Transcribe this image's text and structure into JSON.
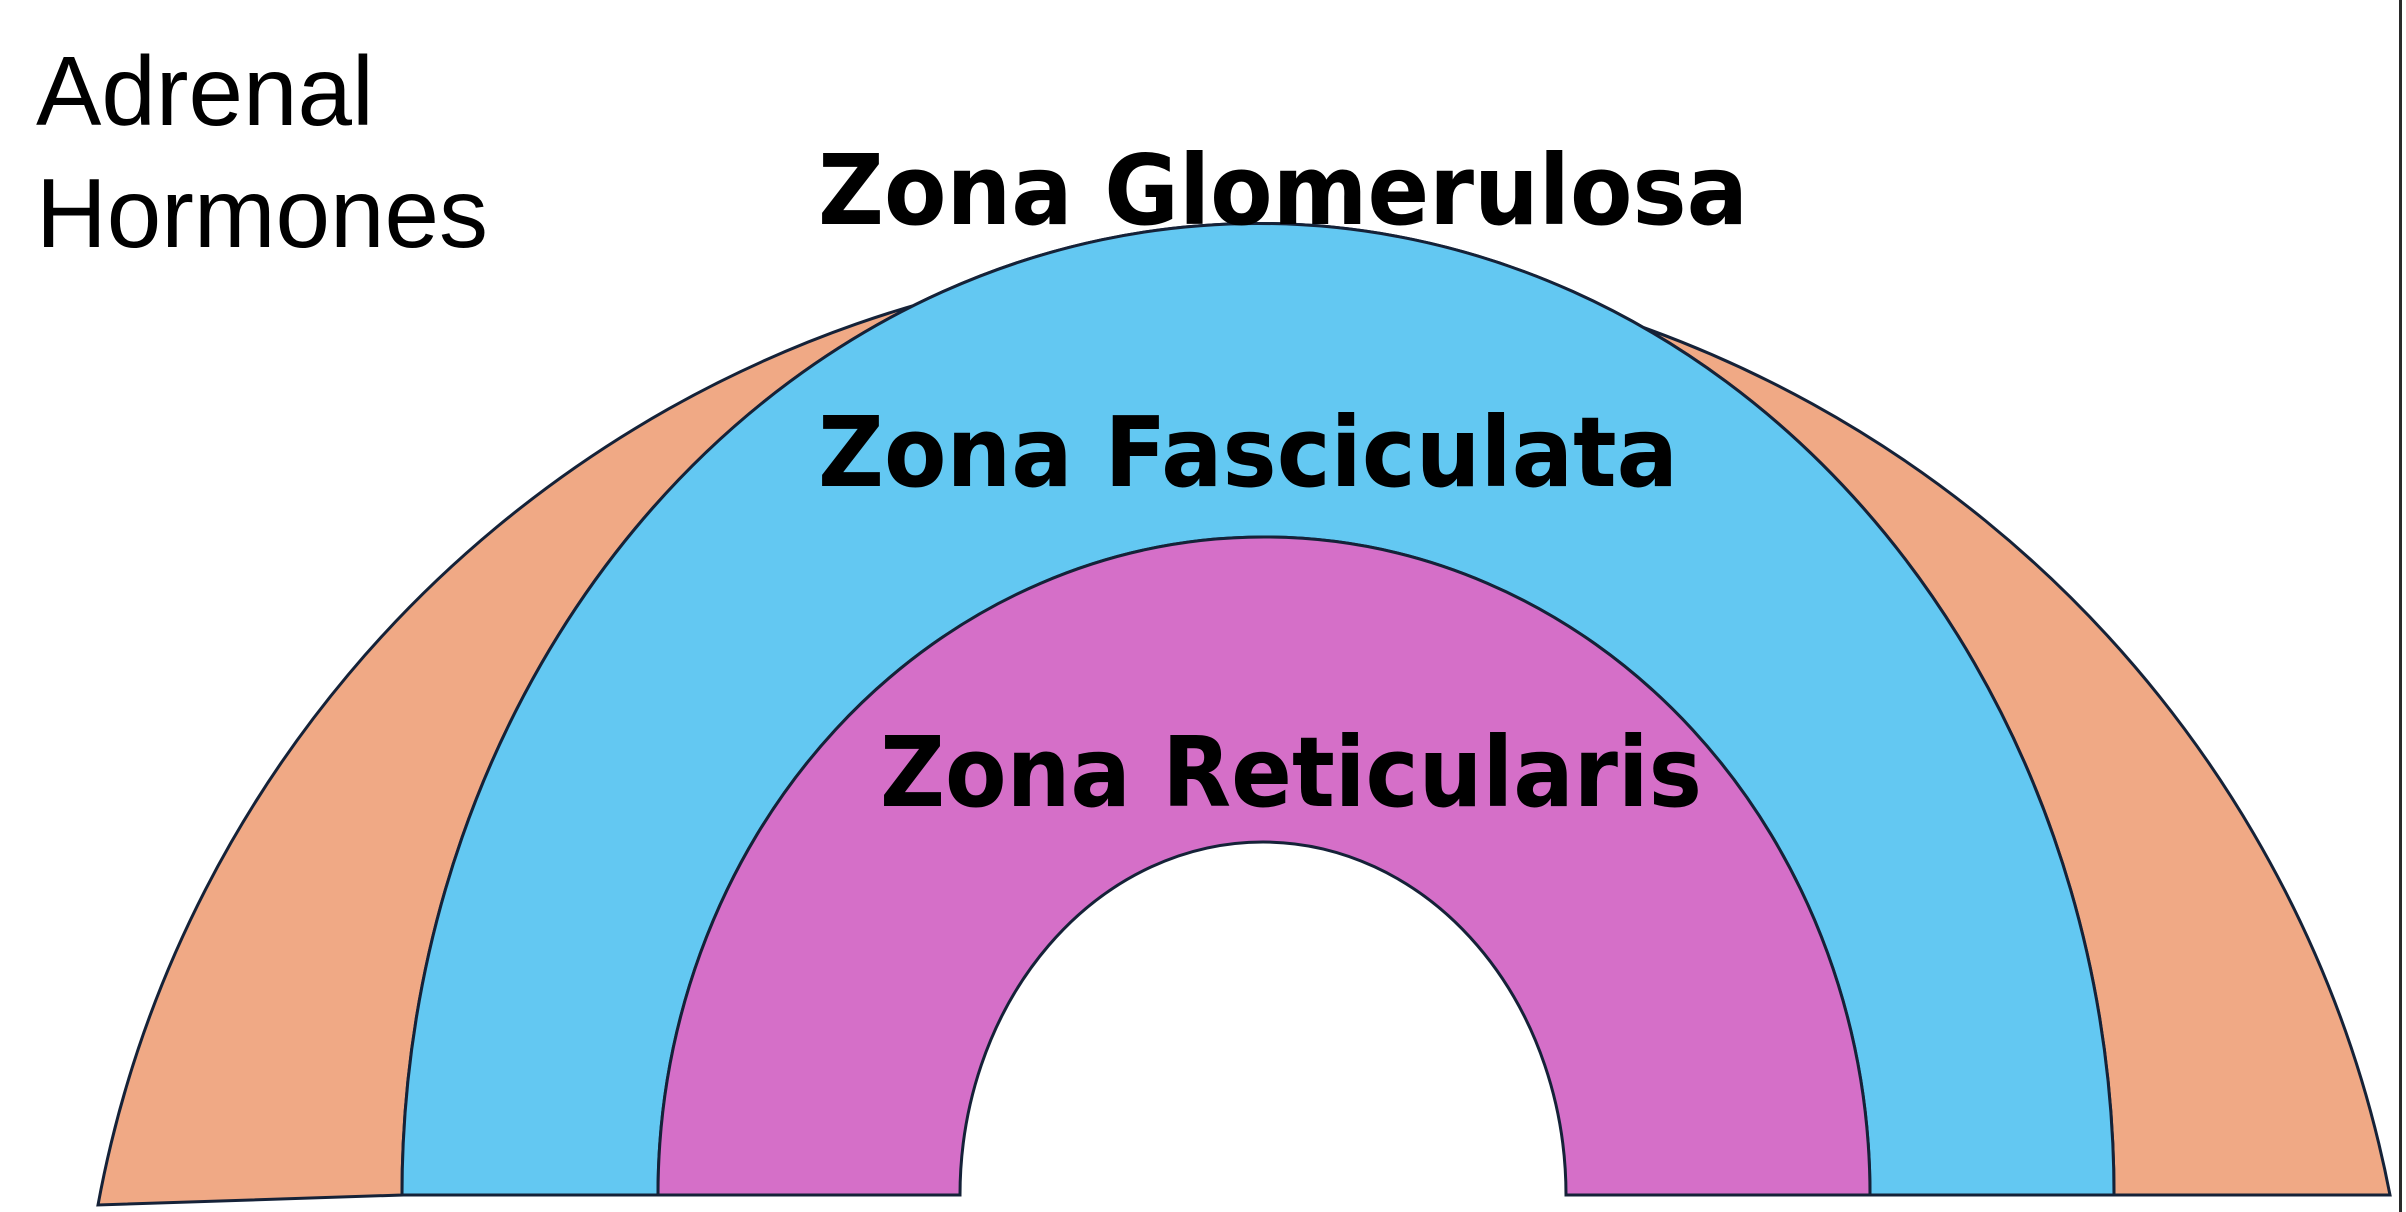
{
  "title": "Adrenal\nHormones",
  "zones": [
    {
      "key": "glomerulosa",
      "label": "Zona Glomerulosa",
      "color": "#F0A985"
    },
    {
      "key": "fasciculata",
      "label": "Zona Fasciculata",
      "color": "#63C8F2"
    },
    {
      "key": "reticularis",
      "label": "Zona Reticularis",
      "color": "#D56FC8"
    }
  ],
  "outline_color": "#152238"
}
